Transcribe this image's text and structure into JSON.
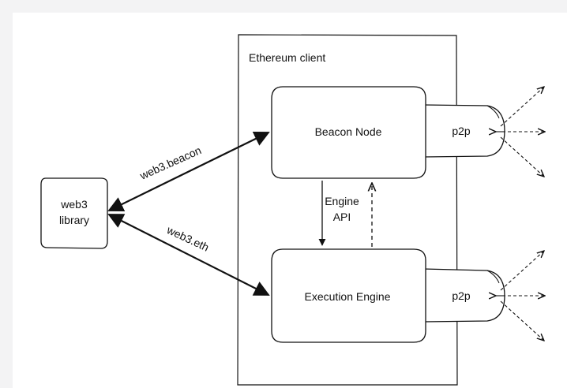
{
  "container": {
    "label": "Ethereum client"
  },
  "nodes": {
    "web3_library": {
      "line1": "web3",
      "line2": "library"
    },
    "beacon_node": {
      "label": "Beacon Node"
    },
    "execution_engine": {
      "label": "Execution Engine"
    },
    "p2p_beacon": {
      "label": "p2p"
    },
    "p2p_execution": {
      "label": "p2p"
    }
  },
  "edges": {
    "web3_beacon": {
      "label": "web3.beacon"
    },
    "web3_eth": {
      "label": "web3.eth"
    },
    "engine_api": {
      "line1": "Engine",
      "line2": "API"
    }
  },
  "colors": {
    "stroke": "#111111",
    "background": "#ffffff",
    "outer": "#f3f3f4"
  }
}
